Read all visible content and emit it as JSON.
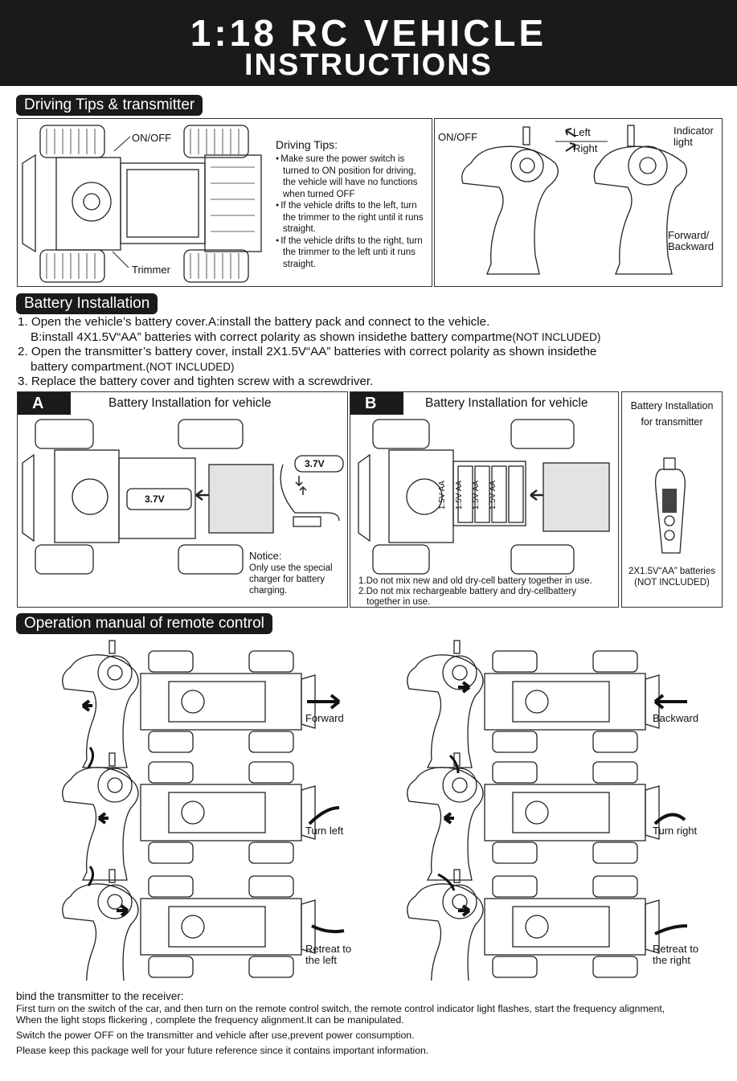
{
  "header": {
    "title_line1": "1:18 RC VEHICLE",
    "title_line2": "INSTRUCTIONS"
  },
  "driving": {
    "heading": "Driving Tips & transmitter",
    "car_labels": {
      "on_off": "ON/OFF",
      "trimmer": "Trimmer"
    },
    "tips_title": "Driving Tips:",
    "tips": [
      "Make sure the power switch is turned to ON position for driving, the vehicle will have no functions when turned OFF",
      "If the vehicle drifts to the left, turn the trimmer to the right until it runs straight.",
      "If the vehicle drifts to the right, turn the trimmer to the left unti it runs straight."
    ],
    "tx_labels": {
      "on_off": "ON/OFF",
      "left": "Left",
      "right": "Right",
      "indicator": "Indicator",
      "light": "light",
      "forward": "Forward/",
      "backward": "Backward"
    }
  },
  "battery": {
    "heading": "Battery Installation",
    "step1": "1. Open the vehicle’s battery cover.A:install the battery pack and connect to the vehicle.",
    "step1b": "B:install 4X1.5V“AA” batteries with correct polarity as shown insidethe battery compartme",
    "step1b_ni": "(NOT INCLUDED)",
    "step2": "2. Open the transmitter’s battery cover, install 2X1.5V“AA” batteries with correct polarity as shown insidethe",
    "step2b": "battery compartment.",
    "step2b_ni": "(NOT INCLUDED)",
    "step3": "3. Replace the battery cover and tighten screw with a screwdriver.",
    "panel_a": {
      "tag": "A",
      "title": "Battery Installation for vehicle",
      "pack_label": "3.7V",
      "pack_label2": "3.7V",
      "notice_title": "Notice:",
      "notice_l1": "Only use the special",
      "notice_l2": "charger for battery",
      "notice_l3": "charging."
    },
    "panel_b": {
      "tag": "B",
      "title": "Battery Installation for vehicle",
      "cell_label": "1.5V AA",
      "note1": "1.Do not mix new and old dry-cell battery together in use.",
      "note2": "2.Do not mix rechargeable battery and dry-cellbattery",
      "note2b": "together in use."
    },
    "panel_c": {
      "title_l1": "Battery Installation",
      "title_l2": "for transmitter",
      "batt_l1": "2X1.5V“AA” batteries",
      "batt_l2": "(NOT INCLUDED)"
    }
  },
  "operation": {
    "heading": "Operation manual of remote control",
    "rows": [
      {
        "left": "Forward",
        "right": "Backward"
      },
      {
        "left": "Turn left",
        "right": "Turn right"
      },
      {
        "left_l1": "Retreat to",
        "left_l2": "the left",
        "right_l1": "Retreat to",
        "right_l2": "the right"
      }
    ]
  },
  "bind": {
    "heading": "bind the transmitter to the receiver:",
    "line1": "First turn on the switch of the car,  and then turn on the remote control switch, the remote control indicator light flashes, start the frequency alignment,",
    "line2": "When the light stops flickering , complete the frequency alignment.It can be manipulated.",
    "line3": "Switch the power OFF on the transmitter and vehicle after use,prevent power consumption.",
    "line4": "Please keep this package well for your future reference since it contains important information."
  }
}
